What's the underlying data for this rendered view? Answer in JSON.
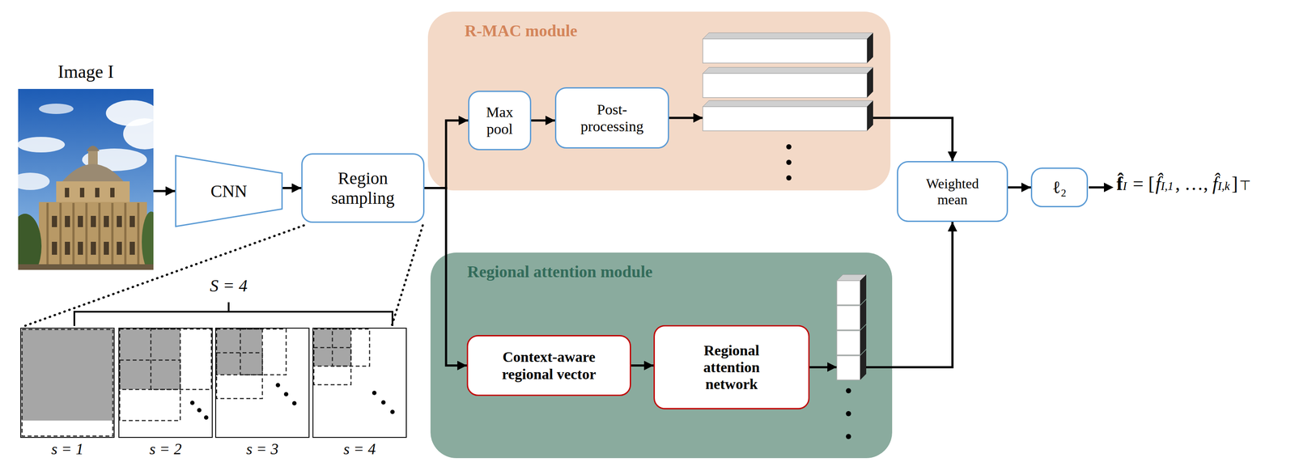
{
  "diagram": {
    "nodes": [
      {
        "text": [
          "Image I"
        ]
      },
      {
        "text": [
          "CNN"
        ]
      },
      {
        "text": [
          "Region sampling"
        ]
      },
      {
        "text": [
          "R-MAC module"
        ]
      },
      {
        "text": [
          "Max pool"
        ],
        "in": 3
      },
      {
        "text": [
          "Post-processing"
        ],
        "in": 3
      },
      {
        "text": [
          "Regional attention module"
        ]
      },
      {
        "text": [
          "Context-aware regional vector"
        ],
        "in": 6
      },
      {
        "text": [
          "Regional attention network"
        ],
        "in": 6
      },
      {
        "text": [
          "Weighted mean"
        ]
      },
      {
        "text": [
          "ℓ₂"
        ]
      }
    ],
    "edges": [
      {
        "from": 0,
        "to": 1,
        "arrow": "to"
      },
      {
        "from": 1,
        "to": 2,
        "arrow": "to"
      },
      {
        "from": 2,
        "to": 4,
        "arrow": "to"
      },
      {
        "from": 2,
        "to": 7,
        "arrow": "to"
      },
      {
        "from": 4,
        "to": 5,
        "arrow": "to"
      },
      {
        "from": 7,
        "to": 8,
        "arrow": "to"
      },
      {
        "from": 5,
        "to": 9,
        "arrow": "to"
      },
      {
        "from": 8,
        "to": 9,
        "arrow": "to"
      },
      {
        "from": 9,
        "to": 10,
        "arrow": "to"
      }
    ],
    "labels": [
      "S = 4",
      "s = 1",
      "s = 2",
      "s = 3",
      "s = 4",
      "f̂",
      "I",
      "= [",
      "f̂",
      "I,1",
      ",",
      "…",
      ",",
      "f̂",
      "I,k",
      "]",
      "⊤"
    ]
  }
}
